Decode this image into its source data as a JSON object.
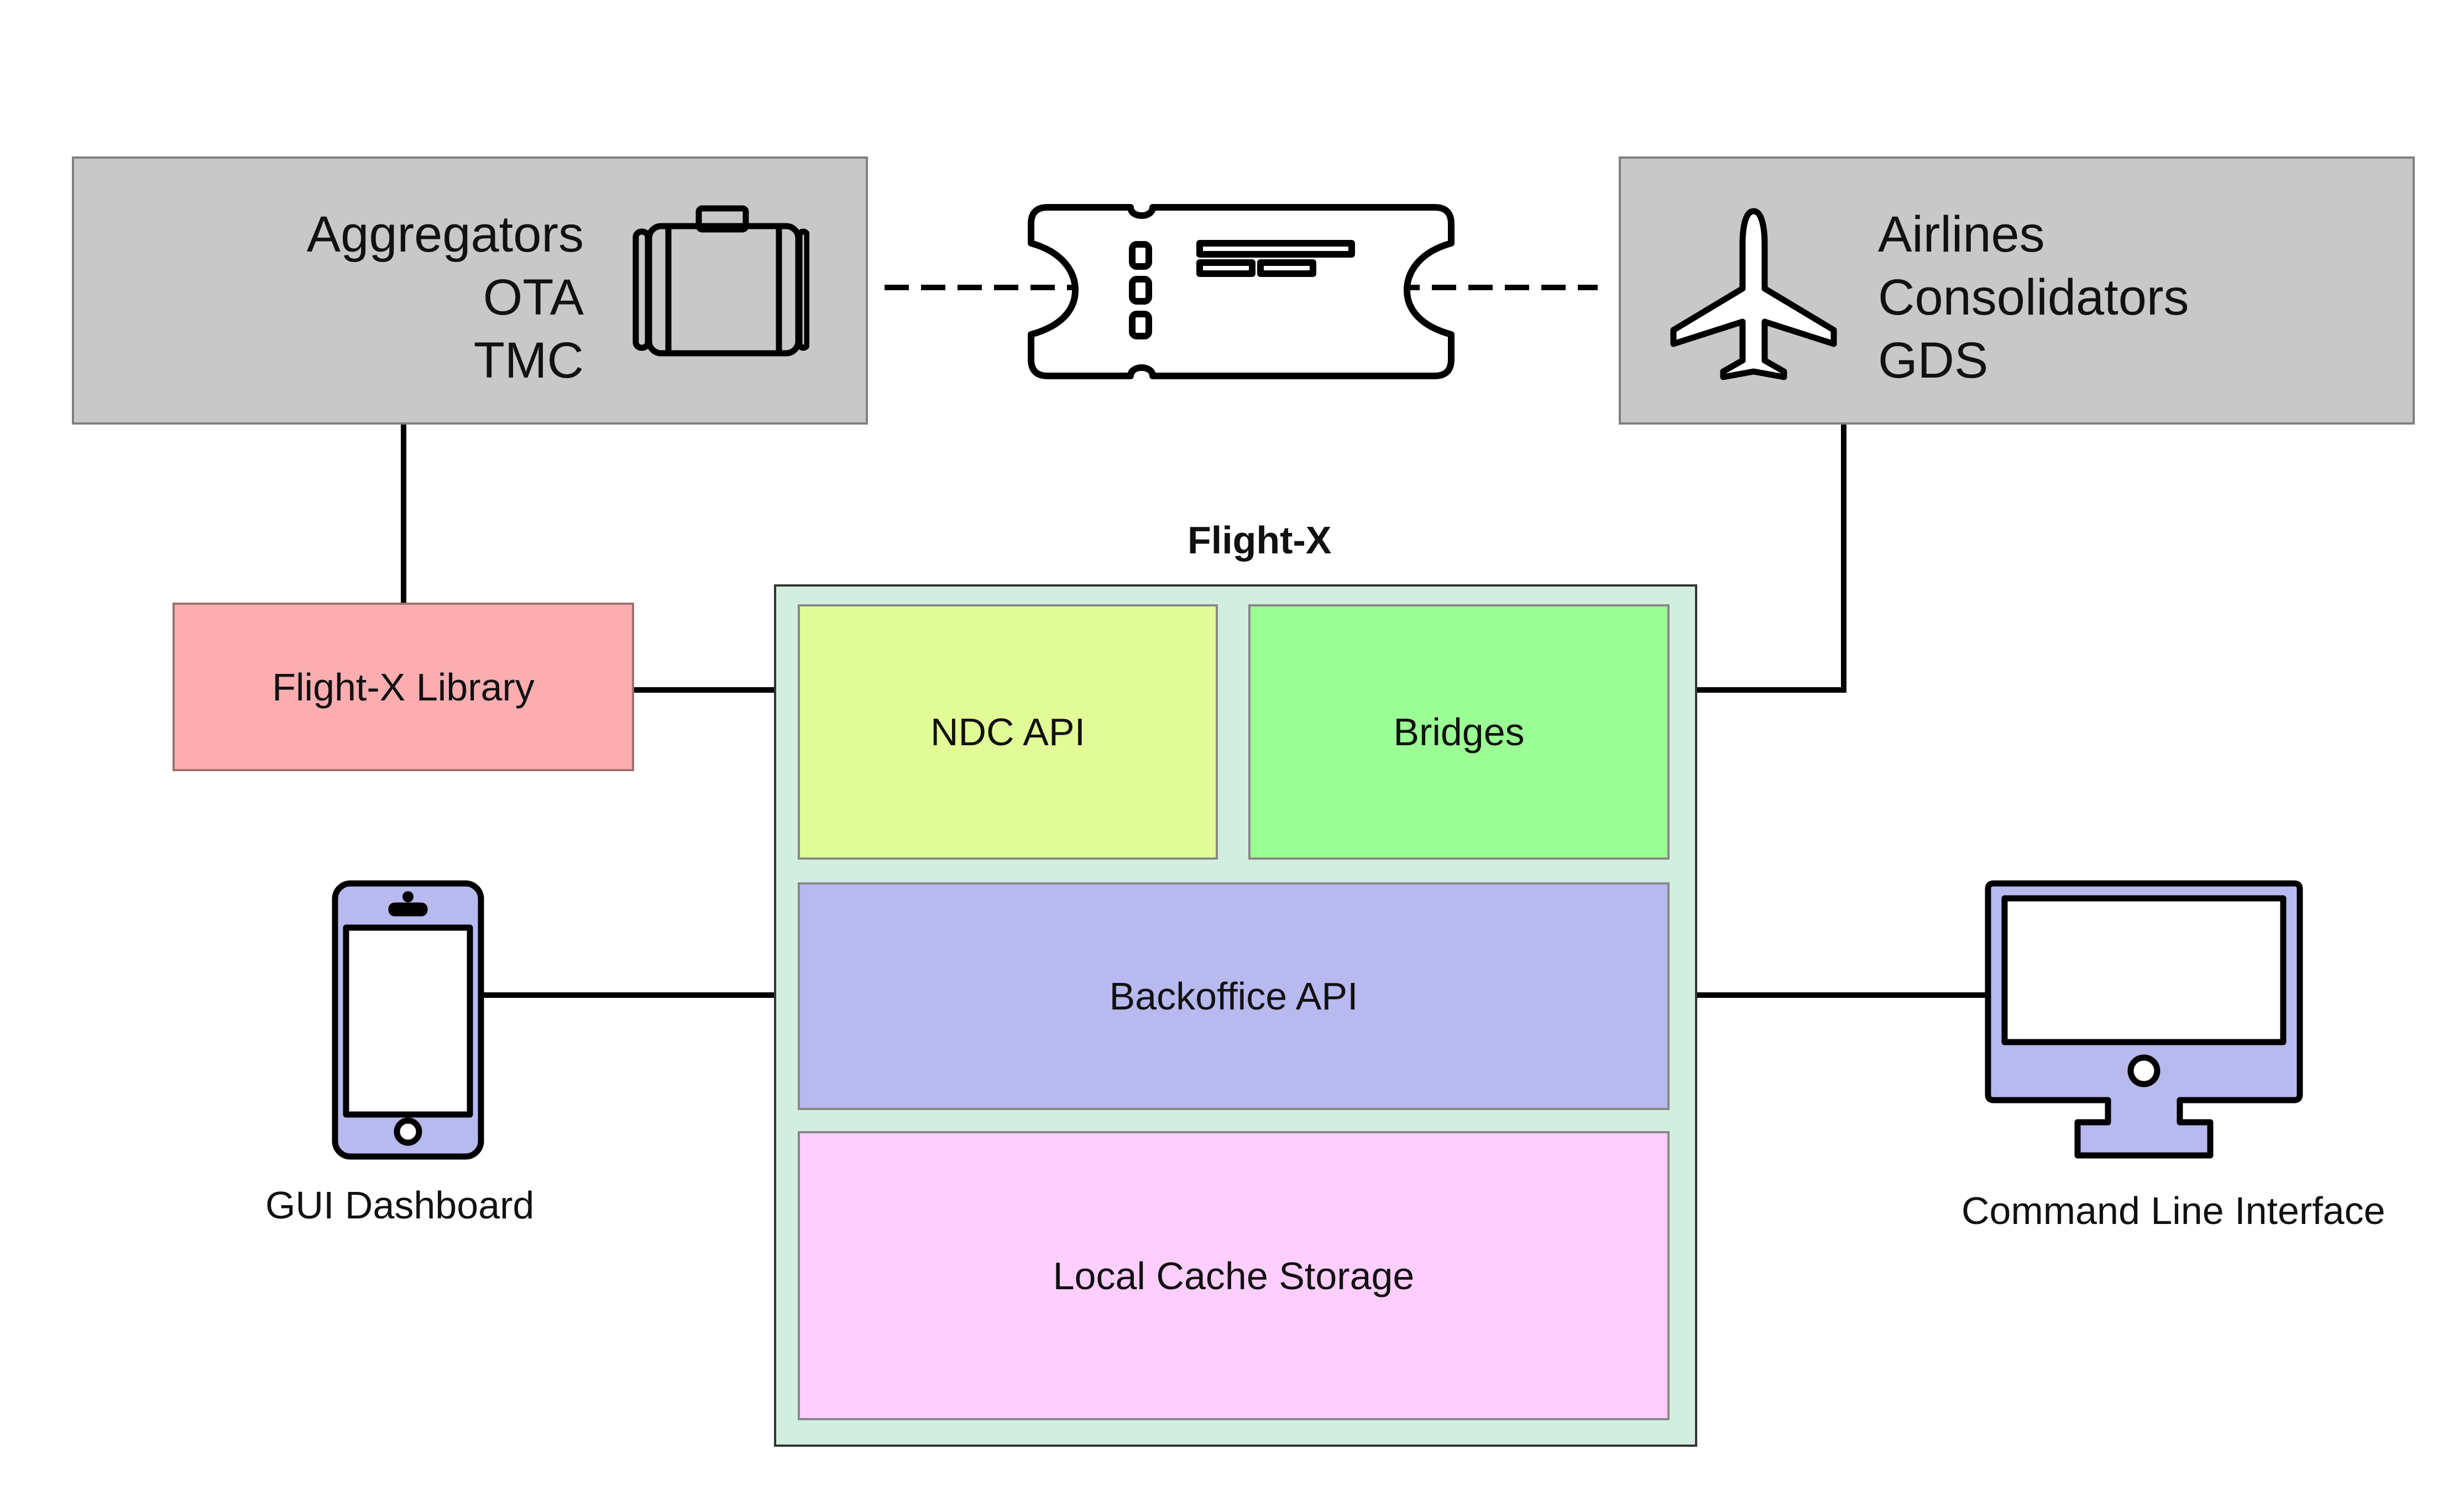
{
  "external": {
    "left_box": {
      "lines": [
        "Aggregators",
        "OTA",
        "TMC"
      ],
      "icon": "briefcase-icon"
    },
    "right_box": {
      "lines": [
        "Airlines",
        "Consolidators",
        "GDS"
      ],
      "icon": "airplane-icon"
    },
    "middle_icon": "ticket-icon"
  },
  "system": {
    "title": "Flight-X",
    "library_label": "Flight-X Library",
    "ndc_api_label": "NDC API",
    "bridges_label": "Bridges",
    "backoffice_label": "Backoffice API",
    "cache_label": "Local Cache Storage"
  },
  "clients": {
    "gui_label": "GUI Dashboard",
    "gui_icon": "smartphone-icon",
    "cli_label": "Command Line Interface",
    "cli_icon": "monitor-icon"
  },
  "colors": {
    "external_box": "#c8c8c8",
    "flightx_container": "#d2eee0",
    "library": "#fbadb0",
    "ndc_api": "#e1fc97",
    "bridges": "#9afe94",
    "backoffice": "#b7b9ef",
    "cache": "#fdcefe",
    "device_fill": "#b7b9ef"
  }
}
